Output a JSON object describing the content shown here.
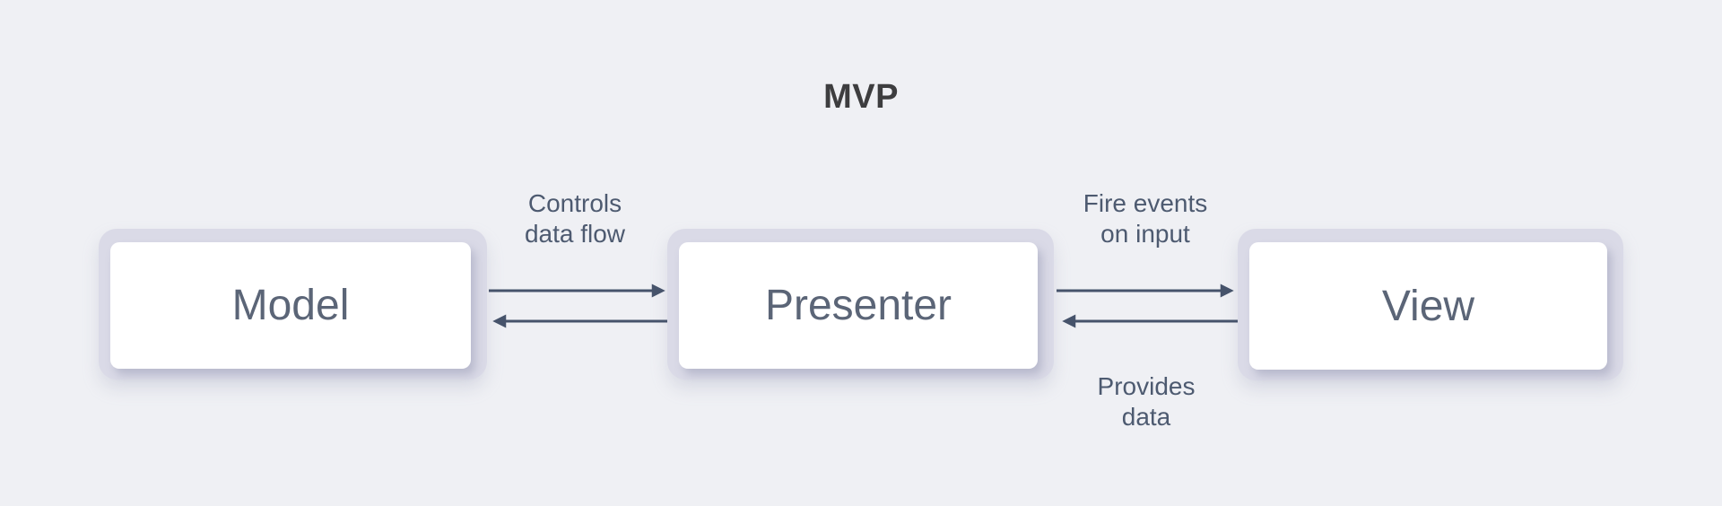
{
  "diagram": {
    "title": "MVP",
    "nodes": [
      {
        "id": "model",
        "label": "Model"
      },
      {
        "id": "presenter",
        "label": "Presenter"
      },
      {
        "id": "view",
        "label": "View"
      }
    ],
    "edges": [
      {
        "from": "Model",
        "to": "Presenter",
        "direction": "bidirectional",
        "label_above_lines": [
          "Controls",
          "data flow"
        ]
      },
      {
        "from": "Presenter",
        "to": "View",
        "direction": "bidirectional",
        "label_above_lines": [
          "Fire events",
          "on input"
        ],
        "label_below_lines": [
          "Provides",
          "data"
        ]
      }
    ],
    "colors": {
      "bg": "#eff0f4",
      "frame": "#dadae7",
      "card": "#ffffff",
      "node-text": "#5b6577",
      "label-text": "#4d5a70",
      "arrow": "#46536b",
      "title-text": "#3d3d3f"
    }
  }
}
